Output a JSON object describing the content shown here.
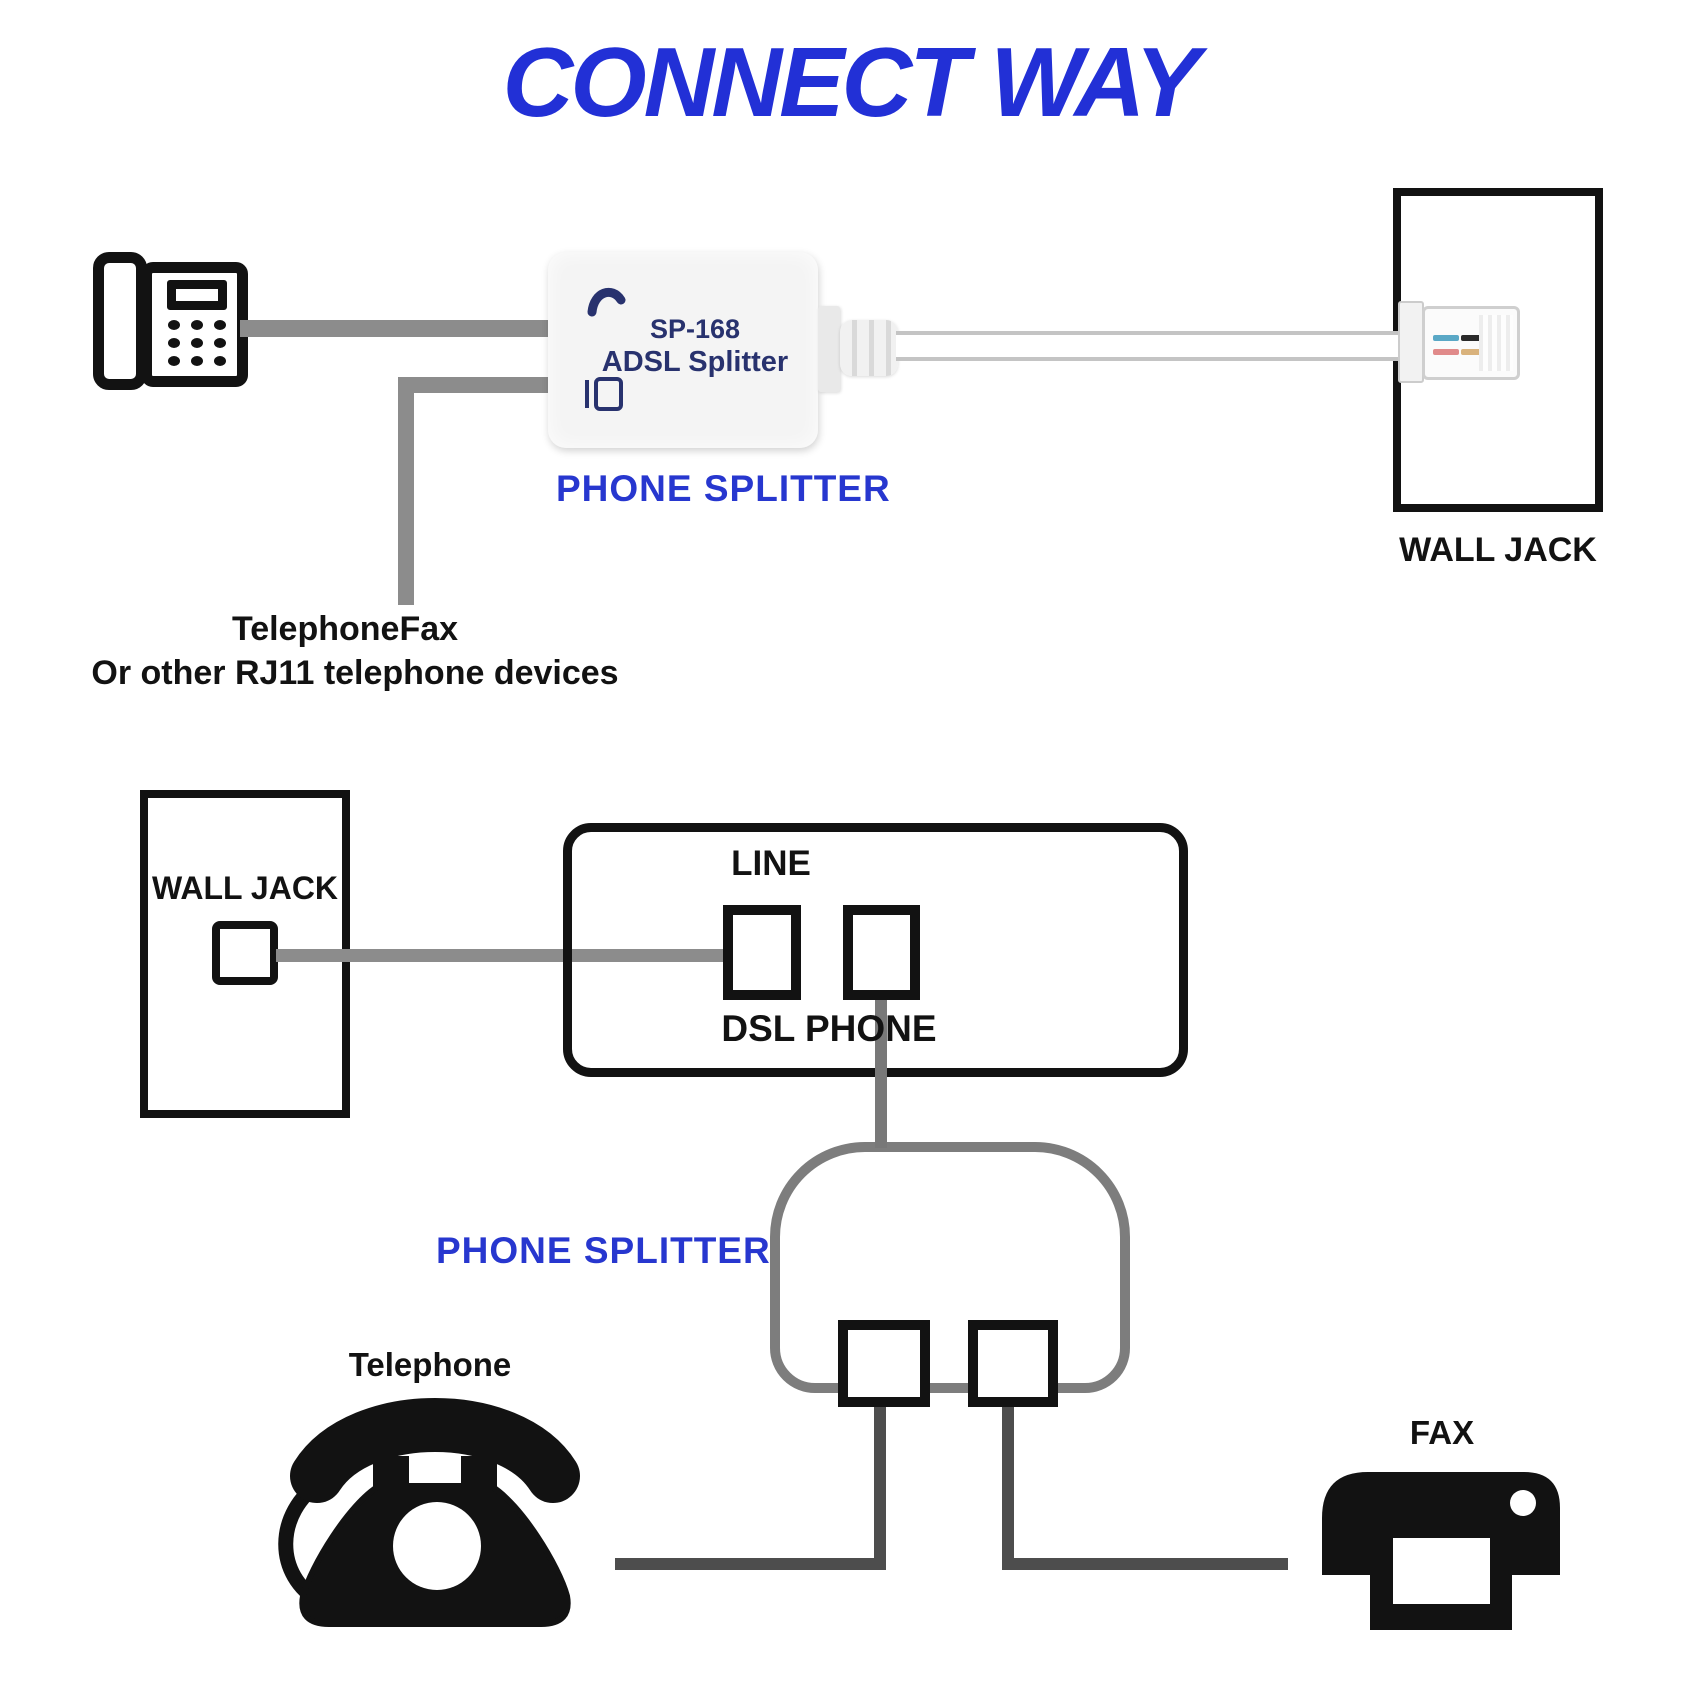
{
  "title": "CONNECT WAY",
  "colors": {
    "title_blue": "#2230d6",
    "label_blue": "#2737cf",
    "device_text_navy": "#28326e",
    "line_gray": "#8c8c8c",
    "mid_line_gray": "#787878",
    "dome_gray": "#7d7d7d",
    "drop_line_gray": "#4d4d4d",
    "ink_black": "#121212"
  },
  "top": {
    "device_model": "SP-168",
    "device_name": "ADSL Splitter",
    "splitter_label": "PHONE SPLITTER",
    "wall_jack_label": "WALL JACK",
    "branch_note_line1": "TelephoneFax",
    "branch_note_line2": "Or other RJ11 telephone devices"
  },
  "bottom": {
    "wall_jack_label": "WALL JACK",
    "line_port_label": "LINE",
    "ports_label": "DSL PHONE",
    "splitter_label": "PHONE SPLITTER",
    "telephone_label": "Telephone",
    "fax_label": "FAX"
  },
  "icons": {
    "top_left": "desk-phone-icon",
    "on_device_top": "handset-icon",
    "on_device_bottom": "line-socket-icon",
    "cable_end": "rj11-plug-icon",
    "bottom_left": "rotary-phone-icon",
    "bottom_right": "fax-icon"
  }
}
